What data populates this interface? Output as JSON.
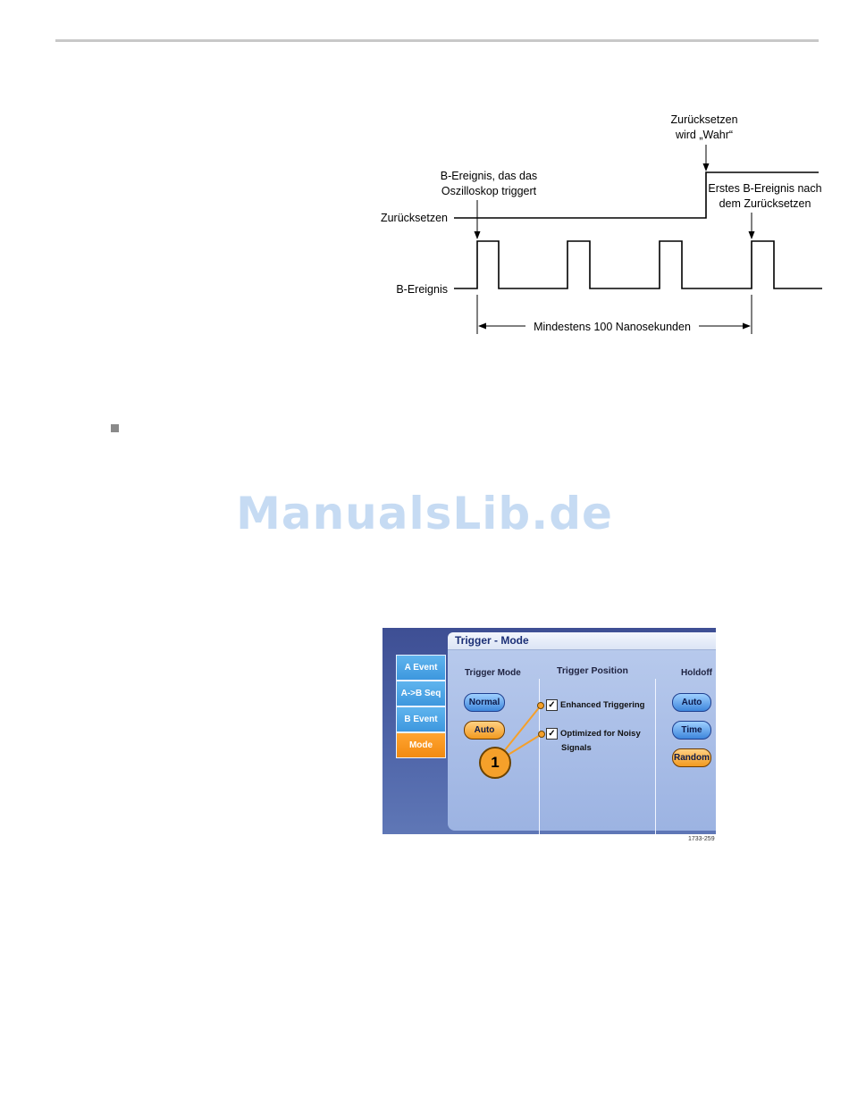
{
  "timing_diagram": {
    "reset_label": "Zurücksetzen",
    "b_event_label": "B-Ereignis",
    "trigger_note": [
      "B-Ereignis, das das",
      "Oszilloskop triggert"
    ],
    "reset_true_note": [
      "Zurücksetzen",
      "wird „Wahr“"
    ],
    "first_event_note": [
      "Erstes B-Ereignis nach",
      "dem Zurücksetzen"
    ],
    "min_time_label": "Mindestens 100 Nanosekunden"
  },
  "watermark": "ManualsLib.de",
  "screenshot": {
    "title": "Trigger - Mode",
    "tabs": [
      {
        "label": "A Event",
        "active": false
      },
      {
        "label": "A->B Seq",
        "active": false
      },
      {
        "label": "B Event",
        "active": false
      },
      {
        "label": "Mode",
        "active": true
      }
    ],
    "trigger_mode": {
      "title": "Trigger Mode",
      "buttons": [
        {
          "label": "Normal",
          "selected": false
        },
        {
          "label": "Auto",
          "selected": true
        }
      ]
    },
    "trigger_position": {
      "title": "Trigger Position",
      "enhanced_triggering": {
        "label": "Enhanced Triggering",
        "checked": true
      },
      "noisy_signals": {
        "label_line1": "Optimized for Noisy",
        "label_line2": "Signals",
        "checked": true
      }
    },
    "holdoff": {
      "title": "Holdoff",
      "buttons": [
        {
          "label": "Auto",
          "selected": false
        },
        {
          "label": "Time",
          "selected": false
        },
        {
          "label": "Random",
          "selected": true
        }
      ]
    },
    "callout_number": "1",
    "check_mark": "✓",
    "figure_id": "1733-259",
    "colors": {
      "accent_orange": "#f28a10",
      "tab_blue": "#3d97de",
      "panel_navy": "#3e4f94"
    }
  }
}
